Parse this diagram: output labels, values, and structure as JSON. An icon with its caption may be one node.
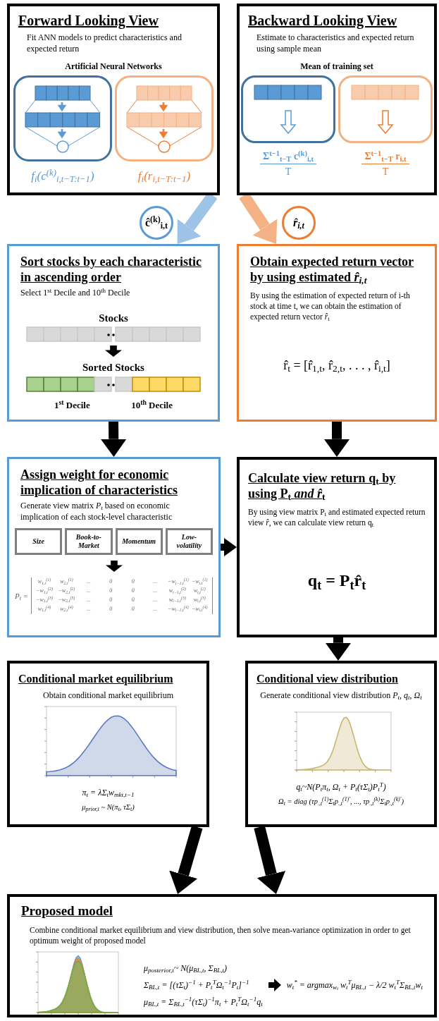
{
  "diagram": {
    "nodes": [
      {
        "text": [
          "Forward Looking View",
          "Fit ANN models to predict characteristics and expected return",
          "Artificial Neural Networks"
        ]
      },
      {
        "text": [],
        "shape": "box",
        "in": 0,
        "beside": [
          "f$_{i}$(c$^{(k)}$$_{i,t−T:t−1}$)"
        ]
      },
      {
        "text": [],
        "shape": "box",
        "in": 0,
        "beside": [
          "f$_{i}$(r$_{i,t−T:t−1}$)"
        ]
      },
      {
        "text": [
          "Backward Looking View",
          "Estimate to characteristics and expected return using sample mean",
          "Mean of training set"
        ]
      },
      {
        "text": [],
        "shape": "box",
        "in": 3,
        "beside": [
          "Σ$^{t−1}$$_{t−T}$ c$^{(k)}$$_{i,t}$",
          "T"
        ]
      },
      {
        "text": [],
        "shape": "box",
        "in": 3,
        "beside": [
          "Σ$^{t−1}$$_{t−T}$ r$_{i,t}$",
          "T"
        ]
      },
      {
        "text": [
          "ĉ$^{(k)}$$_{i,t}$"
        ]
      },
      {
        "text": [
          "r̂$_{i,t}$"
        ]
      },
      {
        "text": [
          "Sort stocks by each characteristic in ascending order",
          "Select 1$^{st}$ Decile and 10$^{th}$ Decile",
          "Stocks",
          "Sorted Stocks",
          "1$^{st}$ Decile",
          "10$^{th}$ Decile"
        ]
      },
      {
        "text": [
          "Obtain expected return vector by using estimated *r̂$_{i,t}$*",
          "By using the estimation of expected return of i-th stock at time t, we can obtain the estimation of expected return vector *r̂*$_{t}$",
          "r̂$_{t}$ = [r̂$_{1,t}$, r̂$_{2,t}$, . . . , r̂$_{i,t}$]"
        ]
      },
      {
        "text": [
          "Assign weight for economic implication of characteristics",
          "Generate view matrix *P$_{t}$* based on economic implication of each stock-level characteristic",
          "P$_{t}$ ="
        ]
      },
      {
        "text": [
          "Size"
        ],
        "in": 10
      },
      {
        "text": [
          "Book-to-Market"
        ],
        "in": 10
      },
      {
        "text": [
          "Momentum"
        ],
        "in": 10
      },
      {
        "text": [
          "Low-volatility"
        ],
        "in": 10
      },
      {
        "text": [
          "Calculate view return q$_{t}$ by using P$_{t}$ *and r̂*$_{t}$",
          "By using view matrix P$_{t}$ and estimated expected return view *r̂*, we can calculate view return q$_{t}$",
          "q$_{t}$ = P$_{t}$r̂$_{t}$"
        ]
      },
      {
        "text": [
          "Conditional market equilibrium",
          "Obtain conditional market equilibrium",
          "π$_{t}$ = λΣ$_{t}$w$_{mkt,t−1}$",
          "μ$_{prior,t}$ ~ N(π$_{t}$, τΣ$_{t}$)"
        ]
      },
      {
        "text": [
          "Conditional view distribution",
          "Generate conditional view distribution *P$_{t}$*, *q$_{t}$*, *Ω$_{t}$*",
          "q$_{t}$~N(P$_{t}$π$_{t}$, Ω$_{t}$ + P$_{t}$(τΣ$_{t}$)P$_{t}$$^{T}$)",
          "Ω$_{t}$ = diag (τp$_{.,t}$$^{(1)}$Σ$_{t}$p$_{.,t}$$^{(1)′}$, ..., τp$_{.,t}$$^{(k)}$Σ$_{t}$p$_{.,t}$$^{(k)′}$)"
        ]
      },
      {
        "text": [
          "Proposed model",
          "Combine conditional market equilibrium and view distribution, then solve mean-variance optimization in order to get optimum weight of proposed model",
          "μ$_{posterior,t}$~ N(μ$_{BL,t}$, Σ$_{BL,t}$)",
          "Σ$_{BL,t}$ = [(τΣ$_{t}$)$^{−1}$ + P$_{t}$$^{T}$Ω$_{t}$$^{−1}$P$_{t}$]$^{−1}$",
          "μ$_{BL,t}$ = Σ$_{BL,t}$$^{−1}$(τΣ$_{t}$)$^{−1}$π$_{t}$ + P$_{t}$$^{T}$Ω$_{t}$$^{−1}$q$_{t}$",
          "w$_{t}$$^{*}$ = argmax$_{wₜ}$ w$_{t}$$^{T}$μ$_{BL,t}$ − λ/2 w$_{t}$$^{T}$Σ$_{BL,t}$w$_{t}$"
        ]
      }
    ],
    "edges": [
      {
        "from": 0,
        "to": 8,
        "arrow": "to",
        "color": "#9dc3e6"
      },
      {
        "from": 3,
        "to": 9,
        "arrow": "to",
        "color": "#f4b183"
      },
      {
        "from": 8,
        "to": 10,
        "arrow": "to"
      },
      {
        "from": 9,
        "to": 15,
        "arrow": "to"
      },
      {
        "from": 10,
        "to": 15,
        "arrow": "to"
      },
      {
        "from": 15,
        "to": 17,
        "arrow": "to"
      },
      {
        "from": 16,
        "to": 18,
        "arrow": "to"
      },
      {
        "from": 17,
        "to": 18,
        "arrow": "to"
      }
    ],
    "labels": [
      "w$_{1,t}$$^{(1)}$",
      "w$_{2,t}$$^{(1)}$",
      "...",
      "0",
      "0",
      "...",
      "−w$_{i−1,t}$$^{(1)}$",
      "−w$_{i,t}$$^{(1)}$",
      "−w$_{1,t}$$^{(2)}$",
      "−w$_{2,t}$$^{(2)}$",
      "...",
      "0",
      "0",
      "...",
      "w$_{i−1,t}$$^{(2)}$",
      "w$_{i,t}$$^{(2)}$",
      "−w$_{1,t}$$^{(3)}$",
      "−w$_{2,t}$$^{(3)}$",
      "...",
      "0",
      "0",
      "...",
      "w$_{i−1,t}$$^{(3)}$",
      "w$_{i,t}$$^{(3)}$",
      "w$_{1,t}$$^{(4)}$",
      "w$_{2,t}$$^{(4)}$",
      "...",
      "0",
      "0",
      "...",
      "−w$_{i−1,t}$$^{(4)}$",
      "−w$_{i,t}$$^{(4)}$"
    ]
  }
}
